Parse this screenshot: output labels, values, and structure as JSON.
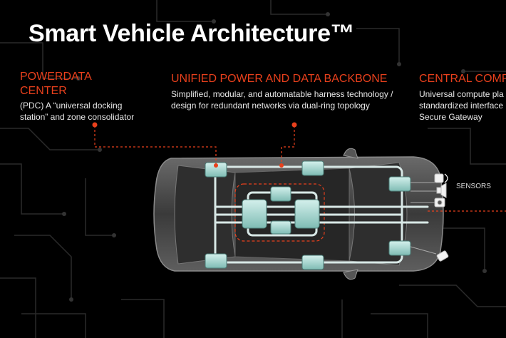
{
  "title": "Smart Vehicle Architecture™",
  "colors": {
    "accent": "#e8401c",
    "module": "#9fd6cf",
    "background": "#000000"
  },
  "blocks": [
    {
      "title": "POWERDATA CENTER",
      "description": "(PDC) A “universal docking station” and zone consolidator"
    },
    {
      "title": "UNIFIED POWER AND DATA BACKBONE",
      "description": "Simplified, modular, and automatable harness technology / design for redundant networks via dual-ring topology"
    },
    {
      "title": "CENTRAL COMP",
      "description": "Universal compute pla standardized interface Secure Gateway"
    }
  ],
  "sensors_label": "SENSORS",
  "icons": [
    "sensor-dome-icon",
    "sensor-speaker-icon",
    "sensor-camera-icon",
    "sensor-corner-icon"
  ]
}
